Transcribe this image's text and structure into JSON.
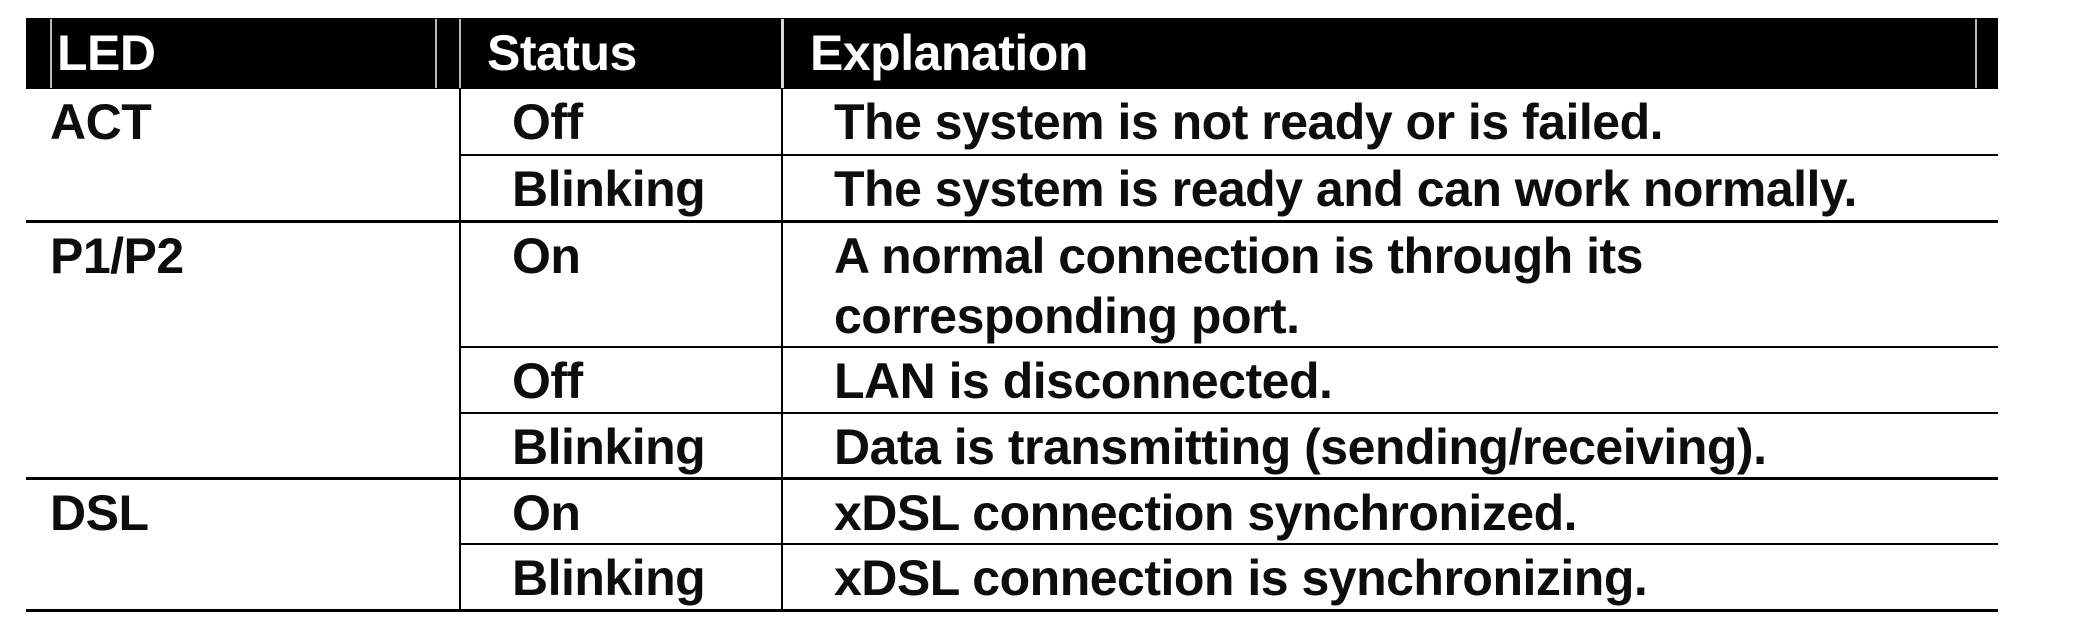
{
  "table": {
    "columns": [
      "LED",
      "Status",
      "Explanation"
    ],
    "groups": [
      {
        "led": "ACT",
        "rows": [
          {
            "status": "Off",
            "explanation": "The system is not ready or is failed."
          },
          {
            "status": "Blinking",
            "explanation": "The system is ready and can work normally."
          }
        ]
      },
      {
        "led": "P1/P2",
        "rows": [
          {
            "status": "On",
            "explanation": "A normal connection is through its corresponding port."
          },
          {
            "status": "Off",
            "explanation": "LAN is disconnected."
          },
          {
            "status": "Blinking",
            "explanation": "Data is transmitting (sending/receiving)."
          }
        ]
      },
      {
        "led": "DSL",
        "rows": [
          {
            "status": "On",
            "explanation": "xDSL connection synchronized."
          },
          {
            "status": "Blinking",
            "explanation": "xDSL connection is synchronizing."
          }
        ]
      }
    ],
    "colors": {
      "header_bg": "#000000",
      "header_text": "#ffffff",
      "body_text": "#0d0d0d",
      "border": "#000000",
      "background": "#ffffff"
    }
  }
}
